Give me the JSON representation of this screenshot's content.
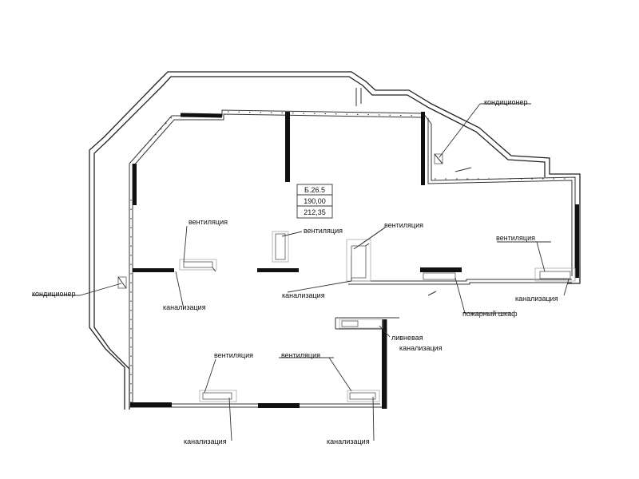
{
  "room": {
    "code": "Б.26.5",
    "area_1": "190,00",
    "area_2": "212,35"
  },
  "labels": {
    "air_conditioner": "кондиционер",
    "ventilation": "вентиляция",
    "sewerage": "канализация",
    "fire_cabinet": "пожарный шкаф",
    "storm_line1": "ливневая",
    "storm_line2": "канализация"
  }
}
